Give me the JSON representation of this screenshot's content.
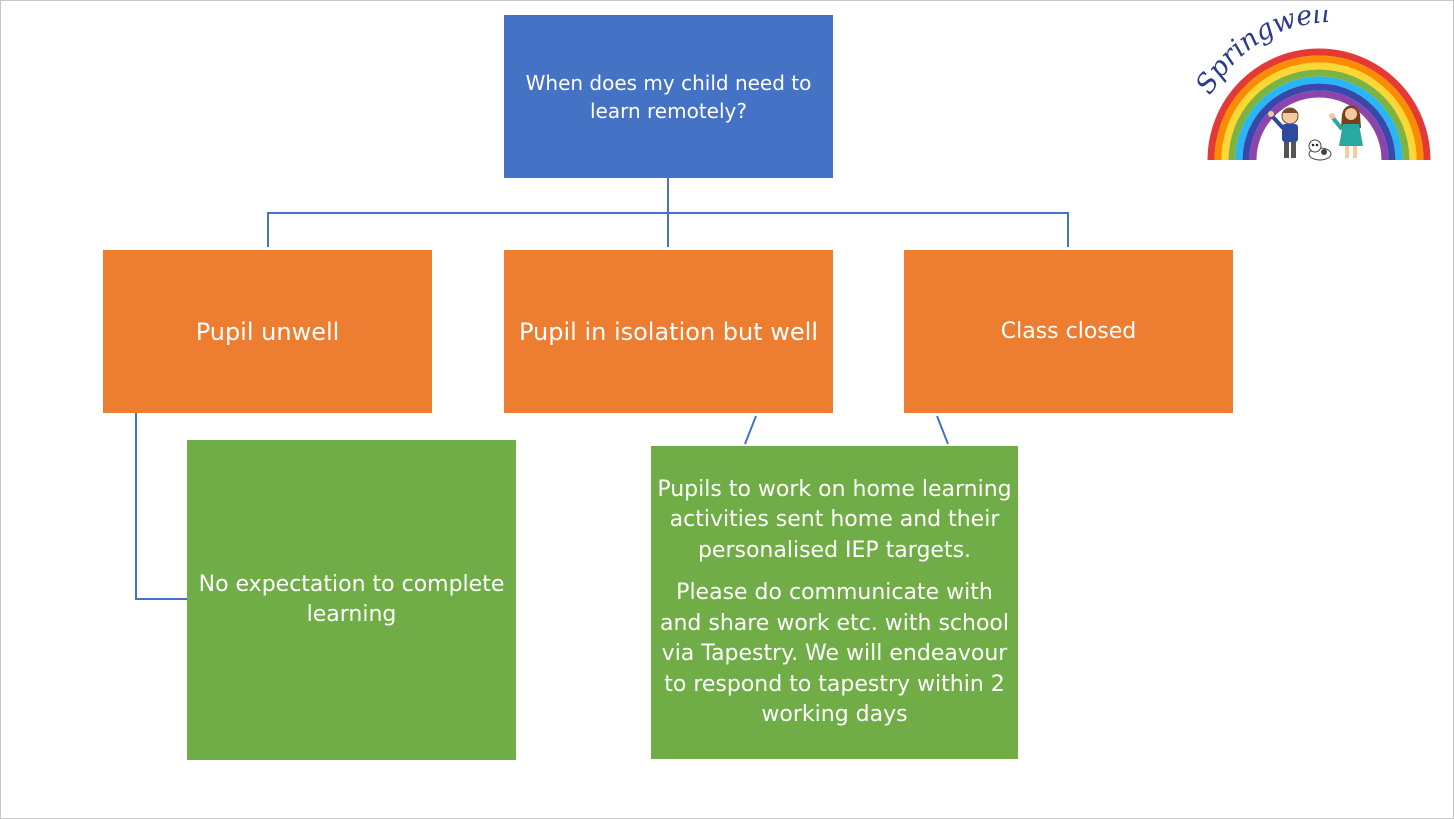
{
  "root": {
    "label": "When does my child need to learn remotely?"
  },
  "situations": [
    {
      "label": "Pupil unwell"
    },
    {
      "label": "Pupil in isolation but well"
    },
    {
      "label": "Class closed"
    }
  ],
  "outcomes": {
    "no_expectation": "No expectation to complete learning",
    "home_learning": {
      "paragraph_1": "Pupils to work on home learning activities sent home and their personalised IEP targets.",
      "paragraph_2": "Please do communicate with and share work etc. with school via Tapestry. We will endeavour to respond to tapestry within 2 working days"
    }
  },
  "logo": {
    "text": "Springwell"
  },
  "colors": {
    "root": "#4472c4",
    "situation": "#ed7d31",
    "outcome": "#70ad47",
    "connector": "#4472c4"
  }
}
